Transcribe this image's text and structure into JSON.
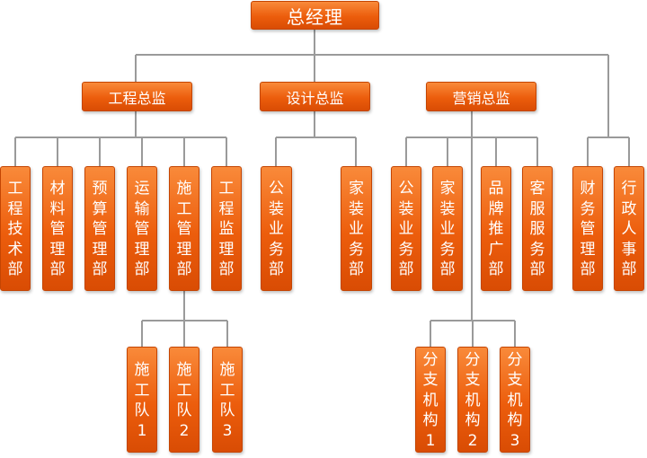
{
  "root": "总经理",
  "directors": {
    "engineering": "工程总监",
    "design": "设计总监",
    "marketing": "营销总监"
  },
  "departments": {
    "eng_tech": "工程技术部",
    "materials": "材料管理部",
    "budget": "预算管理部",
    "transport": "运输管理部",
    "construction": "施工管理部",
    "supervision": "工程监理部",
    "public_decor": "公装业务部",
    "home_decor_design": "家装业务部",
    "public_sales": "公装业务部",
    "home_sales": "家装业务部",
    "brand": "品牌推广部",
    "customer": "客服服务部",
    "finance": "财务管理部",
    "admin_hr": "行政人事部"
  },
  "teams": {
    "team1": "施工队1",
    "team2": "施工队2",
    "team3": "施工队3"
  },
  "branches": {
    "branch1": "分支机构1",
    "branch2": "分支机构2",
    "branch3": "分支机构3"
  },
  "colors": {
    "box_top": "#f98a3a",
    "box_bottom": "#d94c04",
    "connector": "#9a9a9a",
    "text": "#ffffff"
  }
}
